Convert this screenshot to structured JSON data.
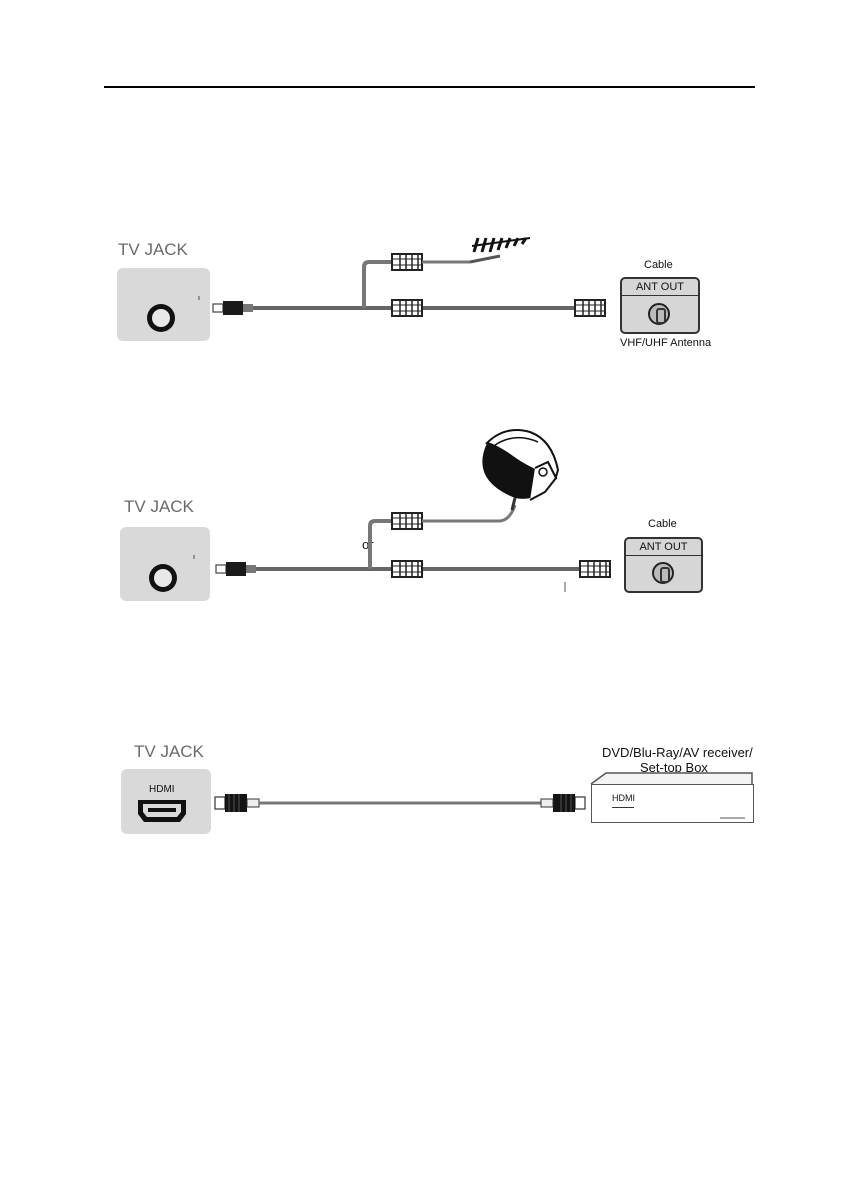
{
  "diagrams": {
    "antenna": {
      "tv_jack_label": "TV JACK",
      "cable_label": "Cable",
      "ant_out_label": "ANT OUT",
      "antenna_label": "VHF/UHF Antenna"
    },
    "satellite": {
      "tv_jack_label": "TV JACK",
      "or_label": "or",
      "cable_label": "Cable",
      "ant_out_label": "ANT OUT"
    },
    "hdmi": {
      "tv_jack_label": "TV JACK",
      "port_label": "HDMI",
      "device_label_line1": "DVD/Blu-Ray/AV receiver/",
      "device_label_line2": "Set-top Box",
      "device_port_label": "HDMI"
    }
  }
}
